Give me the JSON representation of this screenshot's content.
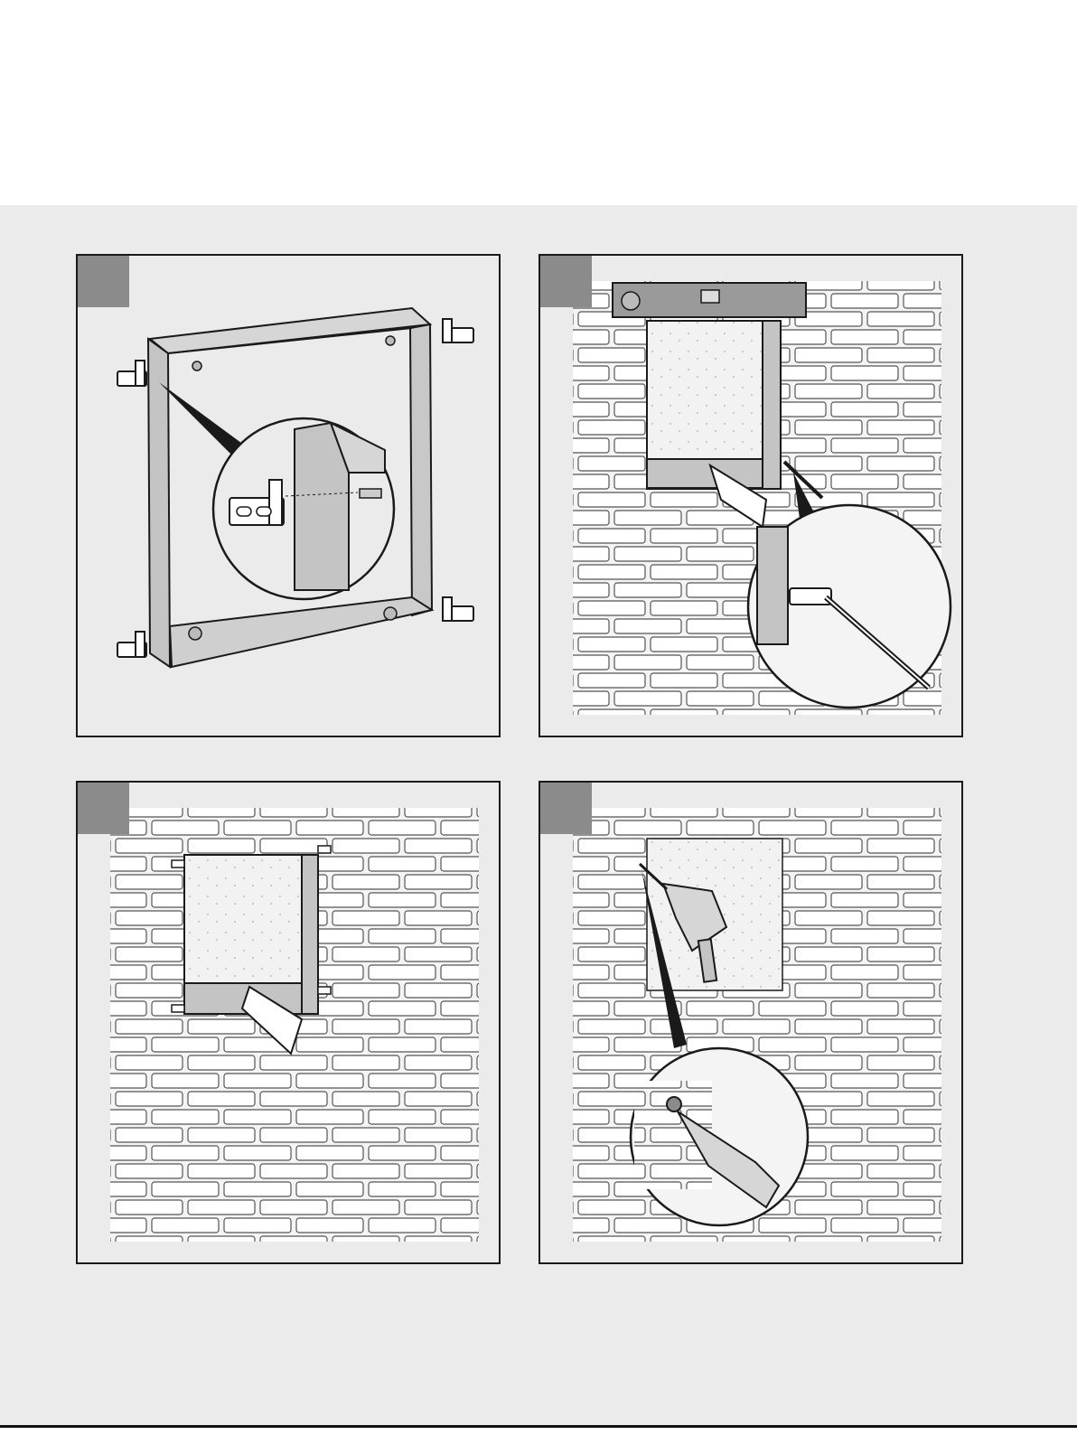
{
  "steps": [
    {
      "number": "",
      "description": "frame-assembly-with-mounting-brackets"
    },
    {
      "number": "",
      "description": "frame-levelled-and-fixed-in-wall-opening"
    },
    {
      "number": "",
      "description": "frame-inserted-in-brick-wall"
    },
    {
      "number": "",
      "description": "drill-holes-at-frame-corners"
    }
  ],
  "colors": {
    "band": "#ebebeb",
    "badge": "#8b8b8b",
    "line": "#1a1a1a",
    "frame": "#c4c4c4",
    "panel_fill": "#f4f4f4"
  }
}
